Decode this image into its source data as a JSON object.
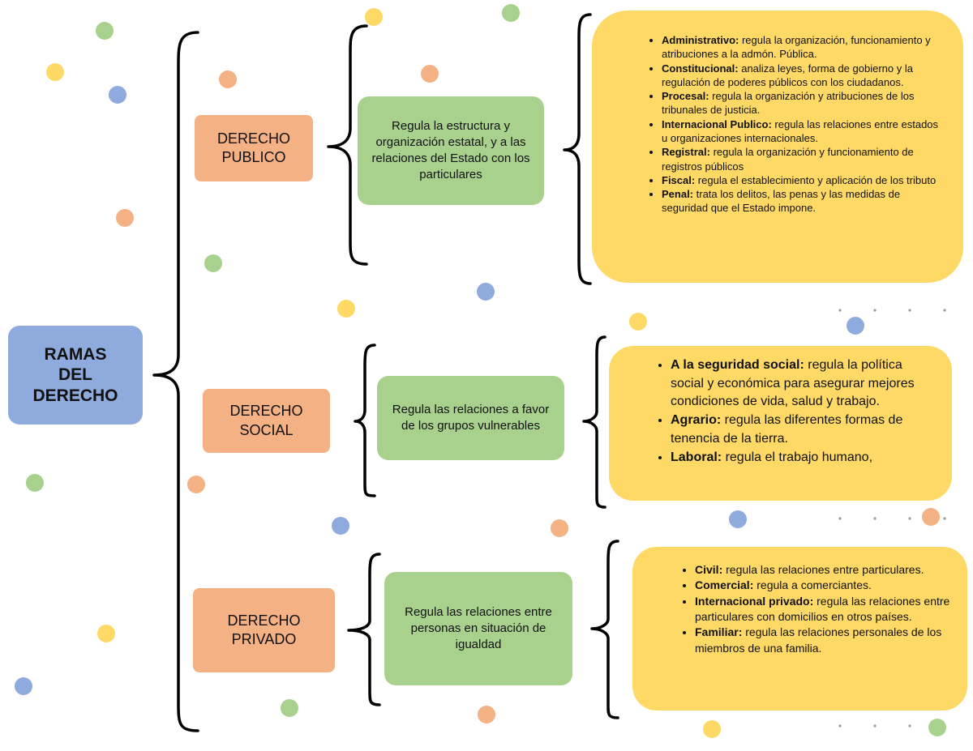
{
  "root": {
    "line1": "RAMAS",
    "line2": "DEL",
    "line3": "DERECHO"
  },
  "branches": [
    {
      "category": {
        "line1": "DERECHO",
        "line2": "PUBLICO"
      },
      "description": "Regula la estructura y organización estatal, y a las relaciones del Estado con los particulares",
      "items": [
        {
          "term": "Administrativo:",
          "text": " regula la organización, funcionamiento y atribuciones a la admón. Pública."
        },
        {
          "term": "Constitucional:",
          "text": " analiza leyes, forma de gobierno y la regulación de poderes públicos con los ciudadanos."
        },
        {
          "term": "Procesal:",
          "text": " regula la organización y atribuciones de los tribunales de justicia."
        },
        {
          "term": "Internacional Publico:",
          "text": " regula las relaciones entre estados u organizaciones internacionales."
        },
        {
          "term": "Registral:",
          "text": " regula la organización y funcionamiento de registros públicos"
        },
        {
          "term": "Fiscal:",
          "text": " regula el establecimiento y aplicación de los tributo"
        },
        {
          "term": "Penal:",
          "text": " trata los delitos, las penas y las medidas de seguridad que el Estado impone."
        }
      ]
    },
    {
      "category": {
        "line1": "DERECHO",
        "line2": "SOCIAL"
      },
      "description": "Regula las relaciones a favor de los grupos vulnerables",
      "items": [
        {
          "term": "A la seguridad social:",
          "text": " regula la política social y económica para asegurar mejores condiciones de vida, salud y trabajo."
        },
        {
          "term": "Agrario:",
          "text": " regula las diferentes formas de tenencia de la tierra."
        },
        {
          "term": "Laboral:",
          "text": " regula el trabajo humano,"
        }
      ]
    },
    {
      "category": {
        "line1": "DERECHO",
        "line2": "PRIVADO"
      },
      "description": "Regula las relaciones entre personas en situación de igualdad",
      "items": [
        {
          "term": "Civil:",
          "text": " regula las relaciones entre particulares."
        },
        {
          "term": "Comercial:",
          "text": " regula a comerciantes."
        },
        {
          "term": "Internacional privado:",
          "text": " regula las relaciones entre particulares con domicilios en otros países."
        },
        {
          "term": "Familiar:",
          "text": " regula las relaciones personales de los miembros de una familia."
        }
      ]
    }
  ],
  "colors": {
    "root": "#8faadc",
    "category": "#f4b183",
    "description": "#a9d18e",
    "detail": "#ffd966",
    "dots": [
      "#a9d18e",
      "#ffd966",
      "#8faadc",
      "#f4b183"
    ]
  }
}
